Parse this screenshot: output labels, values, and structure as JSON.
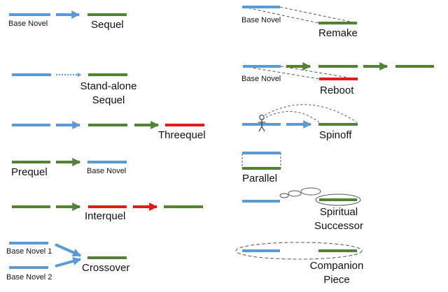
{
  "colors": {
    "base": "#5b9bd5",
    "derived": "#548235",
    "alternate": "#e31a1c",
    "outline": "#555555"
  },
  "labels": {
    "sequel": "Sequel",
    "sequel_base": "Base Novel",
    "standalone_1": "Stand-alone",
    "standalone_2": "Sequel",
    "threequel": "Threequel",
    "prequel": "Prequel",
    "prequel_base": "Base Novel",
    "interquel": "Interquel",
    "crossover": "Crossover",
    "crossover_base1": "Base Novel 1",
    "crossover_base2": "Base Novel 2",
    "remake": "Remake",
    "remake_base": "Base Novel",
    "reboot": "Reboot",
    "reboot_base": "Base Novel",
    "spinoff": "Spinoff",
    "parallel": "Parallel",
    "spiritual_1": "Spiritual",
    "spiritual_2": "Successor",
    "companion_1": "Companion",
    "companion_2": "Piece"
  }
}
